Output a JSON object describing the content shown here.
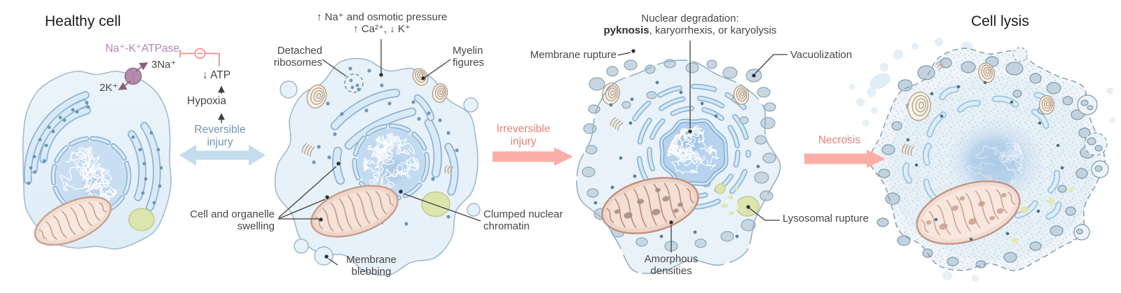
{
  "palette": {
    "label_text": "#474747",
    "title_text": "#1B1B1B",
    "pump_purple": "#B286B4",
    "inhibition_salmon": "#F0908A",
    "injury_salmon_text": "#E2837B",
    "injury_salmon_arrow": "#F9AFA7",
    "reversible_blue_text": "#7495B3",
    "reversible_blue_arrow": "#C3DCEE"
  },
  "titles": {
    "healthy": "Healthy cell",
    "lysis": "Cell lysis"
  },
  "atpase_pathway": {
    "pump": "Na⁺-K⁺ATPase",
    "sodium_out": "3Na⁺",
    "potassium_in": "2K⁺",
    "atp_drop": "↓ ATP",
    "hypoxia": "Hypoxia"
  },
  "transitions": {
    "reversible_line1": "Reversible",
    "reversible_line2": "injury",
    "irreversible_line1": "Irreversible",
    "irreversible_line2": "injury",
    "necrosis": "Necrosis"
  },
  "swollen_cell": {
    "header_line1": "↑ Na⁺ and osmotic pressure",
    "header_line2": "↑ Ca²⁺, ↓ K⁺",
    "detached_ribosomes_line1": "Detached",
    "detached_ribosomes_line2": "ribosomes",
    "myelin_figures_line1": "Myelin",
    "myelin_figures_line2": "figures",
    "swelling_line1": "Cell and organelle",
    "swelling_line2": "swelling",
    "blebbing_line1": "Membrane",
    "blebbing_line2": "blebbing",
    "chromatin_line1": "Clumped nuclear",
    "chromatin_line2": "chromatin"
  },
  "necrotic_cell": {
    "nuclear_line1": "Nuclear degradation:",
    "nuclear_bold": "pyknosis",
    "nuclear_rest": ", karyorrhexis, or karyolysis",
    "membrane_rupture": "Membrane rupture",
    "vacuolization": "Vacuolization",
    "amorphous_line1": "Amorphous",
    "amorphous_line2": "densities",
    "lysosomal_rupture": "Lysosomal rupture"
  }
}
